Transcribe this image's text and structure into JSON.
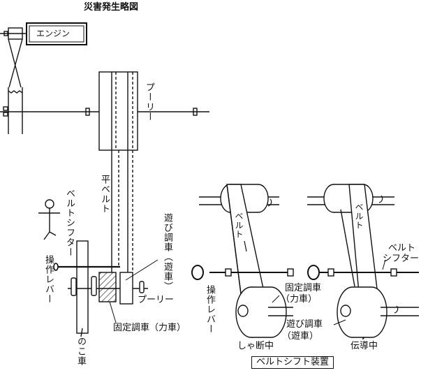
{
  "title": "災害発生略図",
  "left_diagram": {
    "engine": "エンジン",
    "top_pulley": "プーリー",
    "flat_belt": "平ベルト",
    "belt_shifter": "ベルトシフター",
    "operating_lever": "操作レバー",
    "loose_pulley": "遊び調車（遊車）",
    "lower_pulley": "プーリー",
    "fixed_pulley": "固定調車（力車）",
    "saw_wheel": "のこ車"
  },
  "right_diagram": {
    "belt_left": "ベルト",
    "belt_right": "ベルト",
    "belt_shifter_line1": "ベルト",
    "belt_shifter_line2": "シフター",
    "operating_lever": "操作レバー",
    "fixed_pulley_line1": "固定調車",
    "fixed_pulley_line2": "（力車）",
    "loose_pulley_line1": "遊び調車",
    "loose_pulley_line2": "（遊車）",
    "state_off": "しゃ断中",
    "state_on": "伝導中",
    "caption": "ベルトシフト装置"
  }
}
